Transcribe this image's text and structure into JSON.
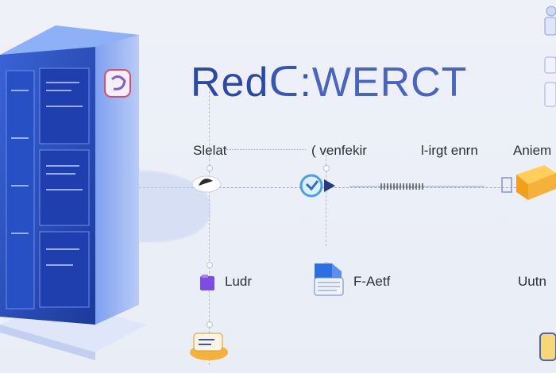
{
  "title": {
    "part1": "Red",
    "glyph": "ᑕ:",
    "part2": "WERCT"
  },
  "labels": {
    "select": "Slelat",
    "stage2": "( venfekir",
    "stage3": "l-irgt enrn",
    "stage4": "Aniem",
    "load": "Ludr",
    "feature": "F-Aetf",
    "output": "Uutn"
  },
  "colors": {
    "accent": "#2b48a6",
    "server": "#2d4fc0",
    "highlight": "#f5a623"
  },
  "icons": [
    "server-rack-icon",
    "badge-icon",
    "cloud-icon",
    "funnel-icon",
    "folder-icon",
    "document-icon",
    "cube-icon",
    "package-icon",
    "person-icon"
  ]
}
